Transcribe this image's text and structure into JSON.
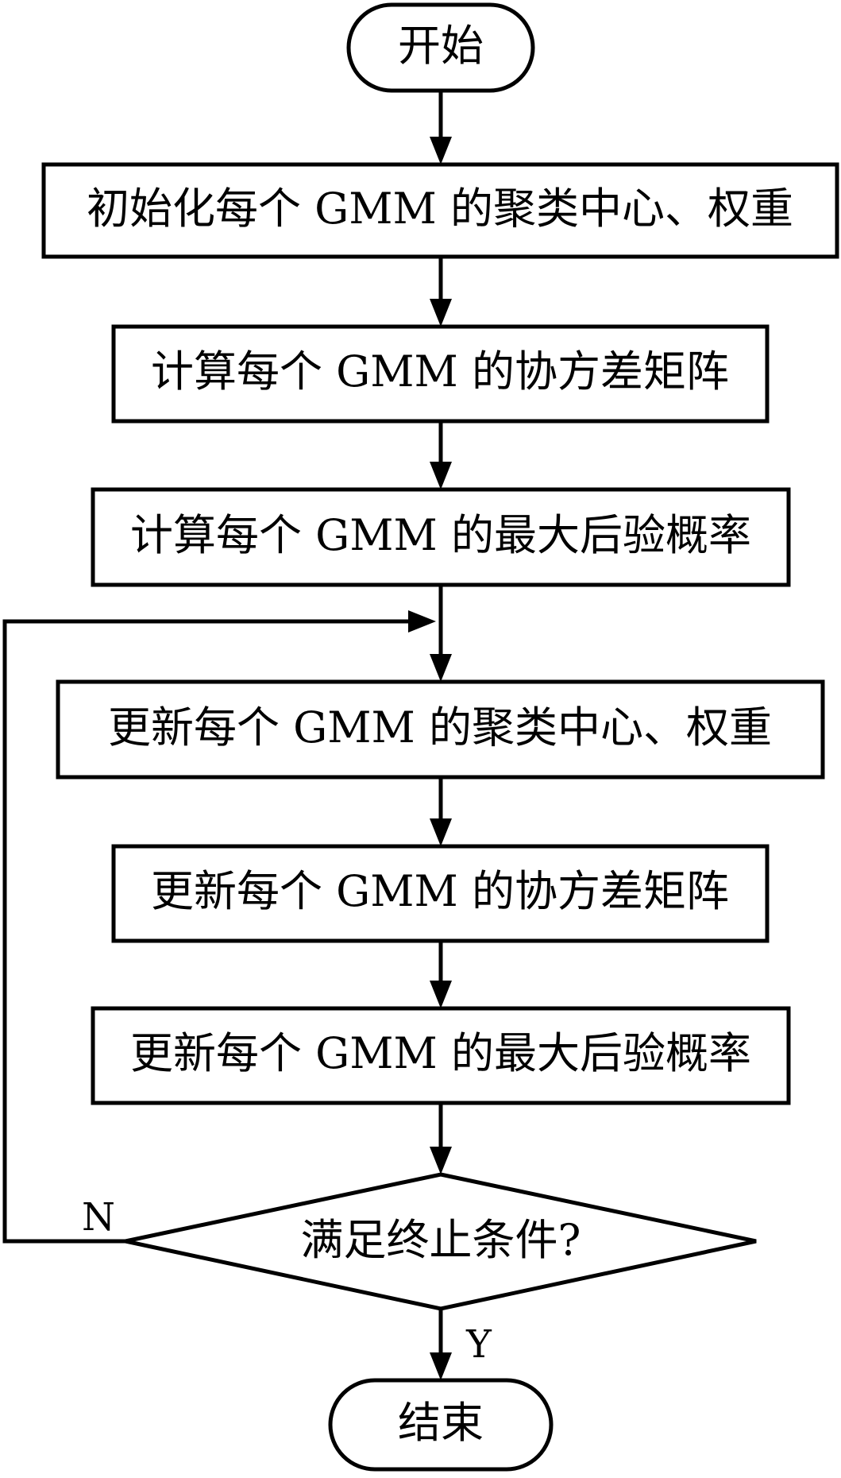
{
  "flowchart": {
    "start": "开始",
    "steps": [
      "初始化每个 GMM 的聚类中心、权重",
      "计算每个 GMM 的协方差矩阵",
      "计算每个 GMM 的最大后验概率",
      "更新每个 GMM 的聚类中心、权重",
      "更新每个 GMM 的协方差矩阵",
      "更新每个 GMM 的最大后验概率"
    ],
    "decision": "满足终止条件?",
    "no_label": "N",
    "yes_label": "Y",
    "end": "结束"
  }
}
